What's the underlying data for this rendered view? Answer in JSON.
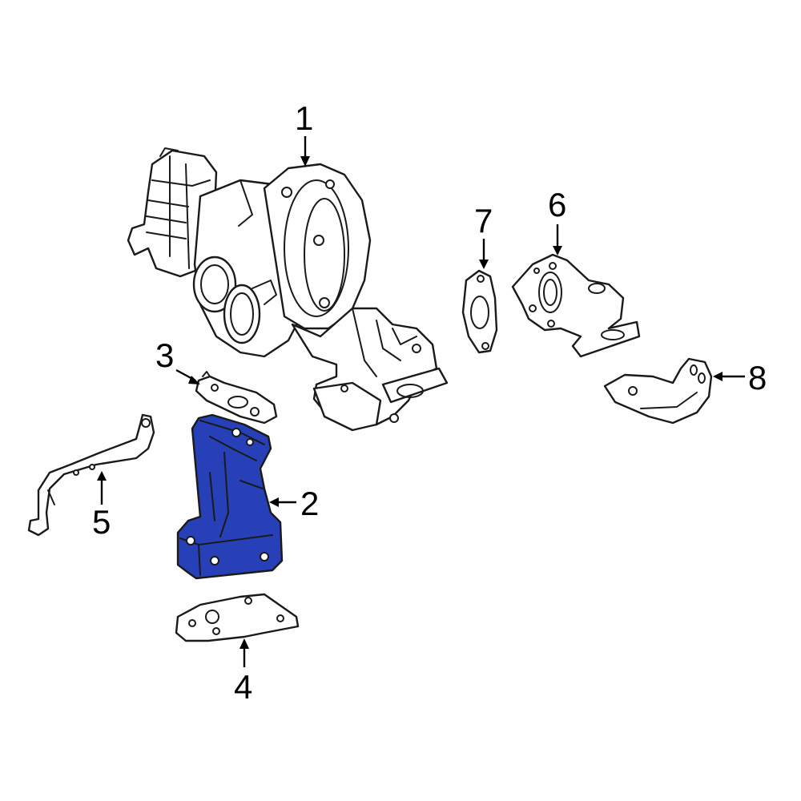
{
  "highlight_color": "#2740b8",
  "callouts": {
    "c1": "1",
    "c2": "2",
    "c3": "3",
    "c4": "4",
    "c5": "5",
    "c6": "6",
    "c7": "7",
    "c8": "8"
  }
}
